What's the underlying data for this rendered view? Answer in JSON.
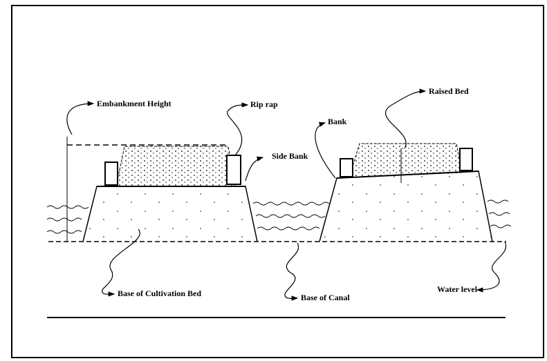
{
  "diagram": {
    "labels": {
      "embankment_height": "Embankment Height",
      "rip_rap": "Rip rap",
      "side_bank": "Side Bank",
      "bank": "Bank",
      "raised_bed": "Raised Bed",
      "base_of_cultivation_bed": "Base of Cultivation Bed",
      "base_of_canal": "Base of Canal",
      "water_level": "Water level"
    }
  }
}
